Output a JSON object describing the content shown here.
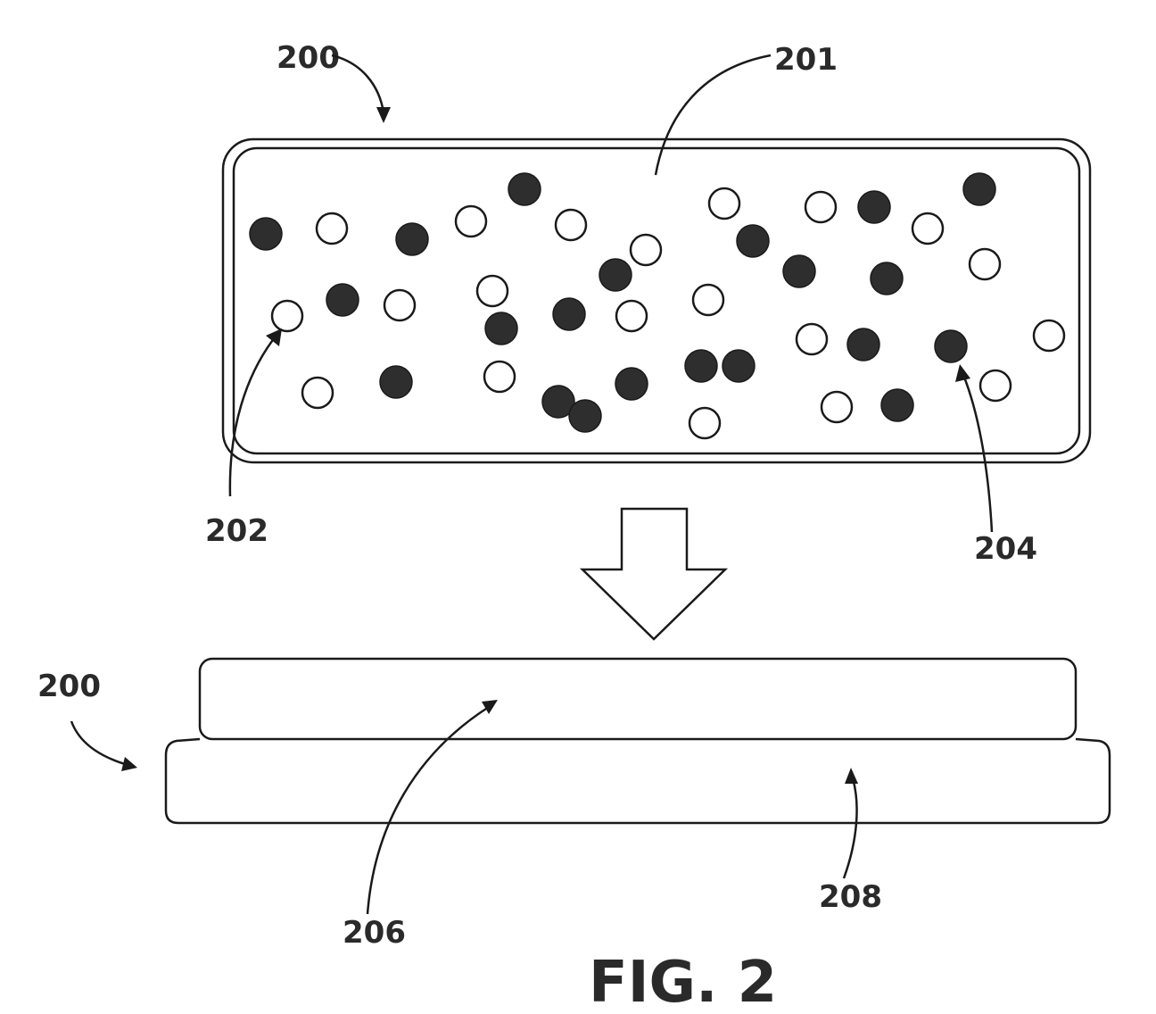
{
  "labels": {
    "ref_200_top": "200",
    "ref_201": "201",
    "ref_202": "202",
    "ref_204": "204",
    "ref_200_bottom": "200",
    "ref_206": "206",
    "ref_208": "208"
  },
  "caption": "FIG. 2",
  "colors": {
    "line": "#1a1a1a",
    "filled_particle": "#2e2e2e",
    "open_particle": "#ffffff",
    "text": "#2a2a2a"
  }
}
